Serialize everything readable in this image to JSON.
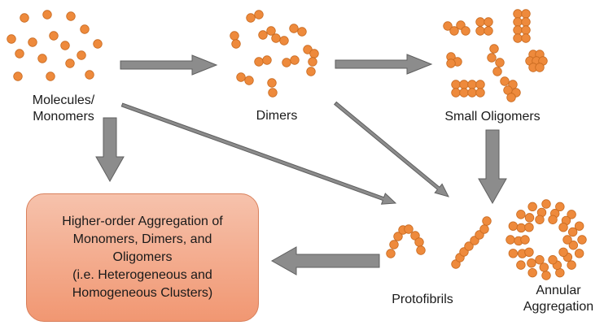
{
  "labels": {
    "monomers": [
      "Molecules/",
      "Monomers"
    ],
    "dimers": "Dimers",
    "small_oligomers": "Small Oligomers",
    "protofibrils": "Protofibrils",
    "annular": [
      "Annular",
      "Aggregation"
    ]
  },
  "box_lines": [
    "Higher-order Aggregation of",
    "Monomers, Dimers, and",
    "Oligomers",
    "(i.e. Heterogeneous and",
    "Homogeneous Clusters)"
  ],
  "colors": {
    "particle_fill": "#ee8a3c",
    "particle_stroke": "#c86a20",
    "arrow_fill": "#8c8c8c",
    "arrow_stroke": "#5f5f5f",
    "box_fill_top": "#f6c2ac",
    "box_fill_bottom": "#f19772"
  }
}
